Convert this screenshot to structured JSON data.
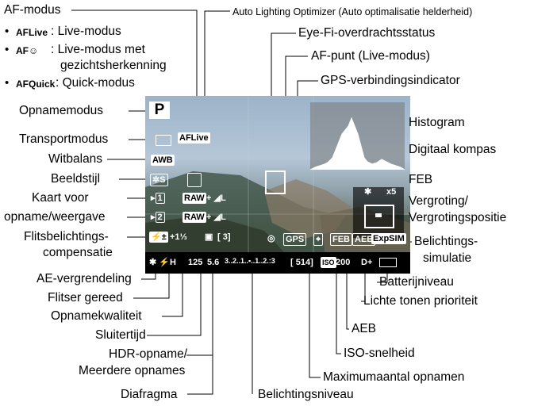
{
  "left_labels": {
    "af_modus": "AF-modus",
    "live_code": "AFLive",
    "live": ": Live-modus",
    "face_code": "AF☺",
    "face_1": ": Live-modus met",
    "face_2": "gezichtsherkenning",
    "quick_code": "AFQuick",
    "quick": ": Quick-modus",
    "opnamemodus": "Opnamemodus",
    "transportmodus": "Transportmodus",
    "witbalans": "Witbalans",
    "beeldstijl": "Beeldstijl",
    "kaart_1": "Kaart voor",
    "kaart_2": "opname/weergave",
    "flits_1": "Flitsbelichtings-",
    "flits_2": "compensatie",
    "ae": "AE-vergrendeling",
    "flitser": "Flitser gereed",
    "opnamekwaliteit": "Opnamekwaliteit",
    "sluitertijd": "Sluitertijd",
    "hdr_1": "HDR-opname/",
    "hdr_2": "Meerdere opnames",
    "diafragma": "Diafragma",
    "belichtingsniveau": "Belichtingsniveau"
  },
  "right_labels": {
    "alo": "Auto Lighting Optimizer (Auto optimalisatie helderheid)",
    "eyefi": "Eye-Fi-overdrachtsstatus",
    "afpunt": "AF-punt (Live-modus)",
    "gps": "GPS-verbindingsindicator",
    "histogram": "Histogram",
    "kompas": "Digitaal kompas",
    "feb": "FEB",
    "vergroting_1": "Vergroting/",
    "vergroting_2": "Vergrotingspositie",
    "simulatie_1": "Belichtings-",
    "simulatie_2": "simulatie",
    "batterij": "Batterijniveau",
    "lichte": "Lichte tonen prioriteit",
    "aeb": "AEB",
    "iso": "ISO-snelheid",
    "max": "Maximumaantal opnamen"
  },
  "screen": {
    "mode": "P",
    "af": "AFLive",
    "wb": "AWB",
    "style": "S",
    "card1": "1",
    "card2": "2",
    "raw1": "RAW",
    "raw2": "RAW",
    "l1": "L",
    "l2": "L",
    "comp": "+1⅓",
    "hdr": "[ 3]",
    "gps": "GPS",
    "feb": "FEB",
    "aeb": "AEB",
    "expsim": "ExpSIM",
    "zoom": "x5",
    "flash": "✱ ⚡H",
    "shutter": "125",
    "aperture": "5.6",
    "scale": "3..2..1..▪..1..2.:3",
    "shots": "[ 514]",
    "iso_badge": "ISO",
    "iso": "200",
    "dplus": "D+"
  }
}
